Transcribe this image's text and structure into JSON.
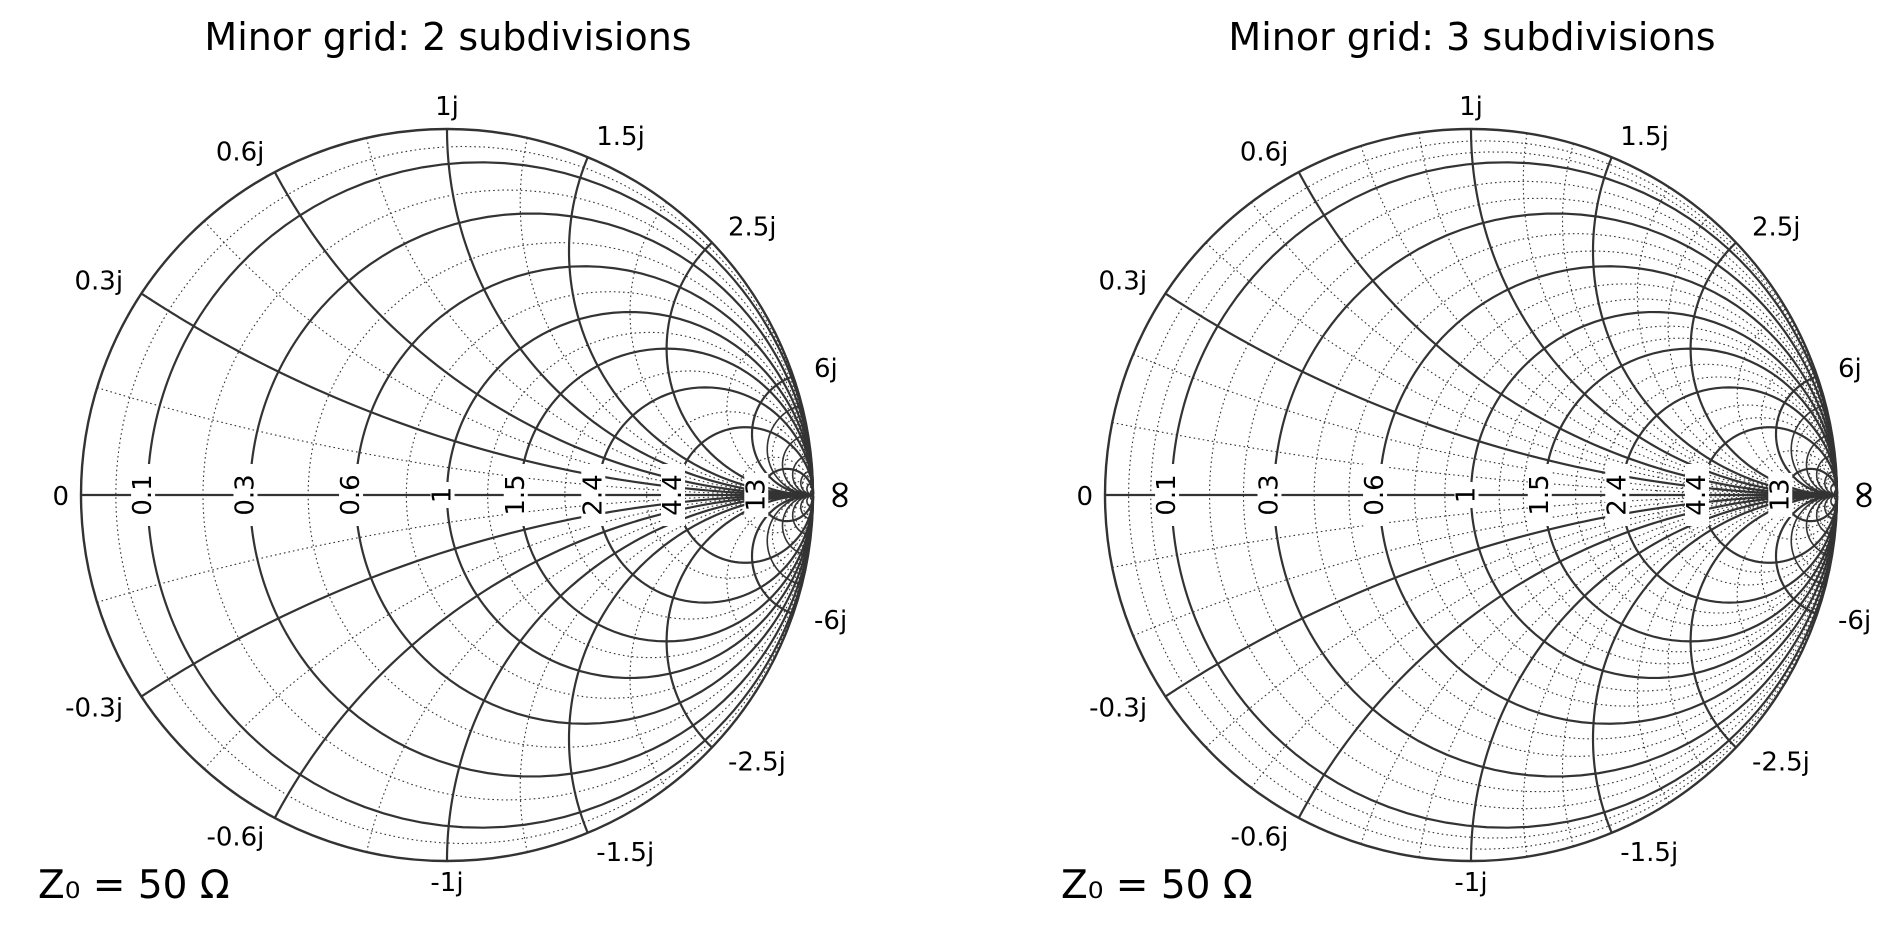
{
  "figure": {
    "background": "#ffffff",
    "ink_color": "#333333",
    "text_color": "#000000"
  },
  "panels": [
    {
      "title": "Minor grid: 2 subdivisions",
      "impedance_label": "Z₀ = 50 Ω",
      "minor_subdivisions": 2,
      "resistance_labels": [
        "0",
        "0.1",
        "0.3",
        "0.6",
        "1",
        "1.5",
        "2.4",
        "4.4",
        "13",
        "∞"
      ],
      "reactance_labels": [
        "1j",
        "1.5j",
        "2.5j",
        "6j",
        "0.6j",
        "0.3j",
        "-0.3j",
        "-0.6j",
        "-1j",
        "-1.5j",
        "-2.5j",
        "-6j"
      ]
    },
    {
      "title": "Minor grid: 3 subdivisions",
      "impedance_label": "Z₀ = 50 Ω",
      "minor_subdivisions": 3,
      "resistance_labels": [
        "0",
        "0.1",
        "0.3",
        "0.6",
        "1",
        "1.5",
        "2.4",
        "4.4",
        "13",
        "∞"
      ],
      "reactance_labels": [
        "1j",
        "1.5j",
        "2.5j",
        "6j",
        "0.6j",
        "0.3j",
        "-0.3j",
        "-0.6j",
        "-1j",
        "-1.5j",
        "-2.5j",
        "-6j"
      ]
    }
  ],
  "chart_data": [
    {
      "type": "smith-chart",
      "title": "Minor grid: 2 subdivisions",
      "z0_ohms": 50,
      "minor_subdivisions": 2,
      "major_resistance": [
        0,
        0.1,
        0.3,
        0.6,
        1,
        1.5,
        2.4,
        4.4,
        13
      ],
      "major_reactance": [
        0.3,
        0.6,
        1,
        1.5,
        2.5,
        6,
        -0.3,
        -0.6,
        -1,
        -1.5,
        -2.5,
        -6
      ]
    },
    {
      "type": "smith-chart",
      "title": "Minor grid: 3 subdivisions",
      "z0_ohms": 50,
      "minor_subdivisions": 3,
      "major_resistance": [
        0,
        0.1,
        0.3,
        0.6,
        1,
        1.5,
        2.4,
        4.4,
        13
      ],
      "major_reactance": [
        0.3,
        0.6,
        1,
        1.5,
        2.5,
        6,
        -0.3,
        -0.6,
        -1,
        -1.5,
        -2.5,
        -6
      ]
    }
  ]
}
